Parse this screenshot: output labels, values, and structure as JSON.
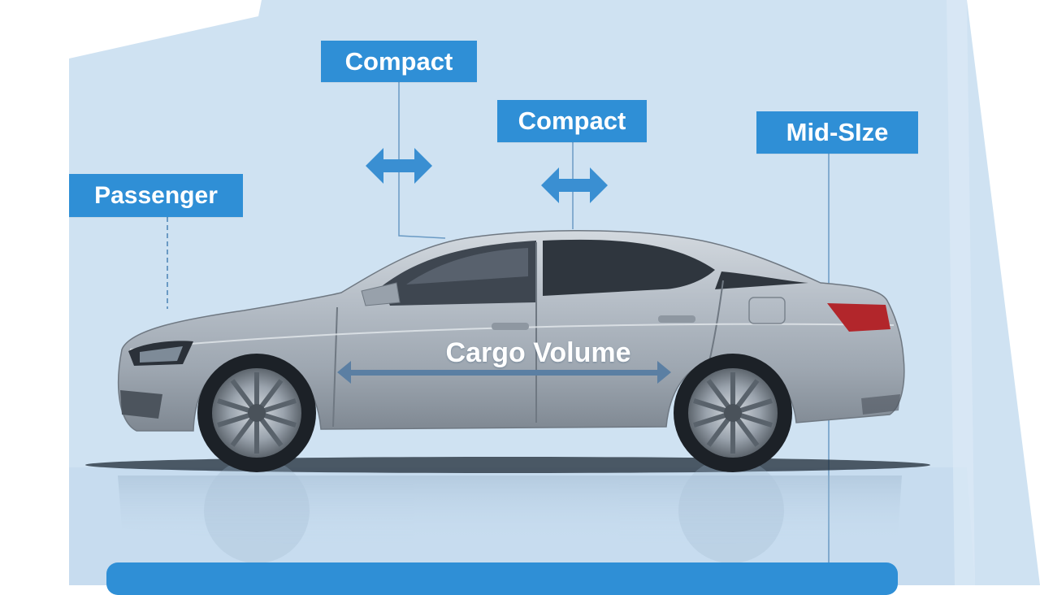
{
  "labels": {
    "passenger": "Passenger",
    "compact_1": "Compact",
    "compact_2": "Compact",
    "mid_size": "Mid-SIze",
    "cargo_volume": "Cargo Volume"
  },
  "colors": {
    "panel_blue": "#c9dff0",
    "tag_blue": "#2f8fd6",
    "car_silver": "#a9b2bc",
    "arrow_blue": "#3a8fd2"
  }
}
